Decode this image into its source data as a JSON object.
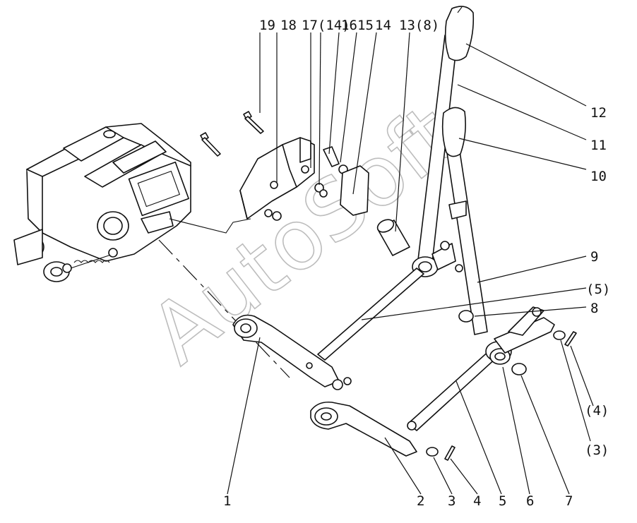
{
  "watermark": "AutoSoft",
  "callouts": {
    "c1": "1",
    "c2": "2",
    "c3": "3",
    "c4": "4",
    "c5": "5",
    "c6": "6",
    "c7": "7",
    "c8": "8",
    "c9": "9",
    "c10": "10",
    "c11": "11",
    "c12": "12",
    "c13": "13(8)",
    "c14": "14",
    "c15": "15",
    "c16": "16",
    "c17": "17(14)",
    "c18": "18",
    "c19": "19",
    "c5p": "(5)",
    "c4p": "(4)",
    "c3p": "(3)"
  }
}
